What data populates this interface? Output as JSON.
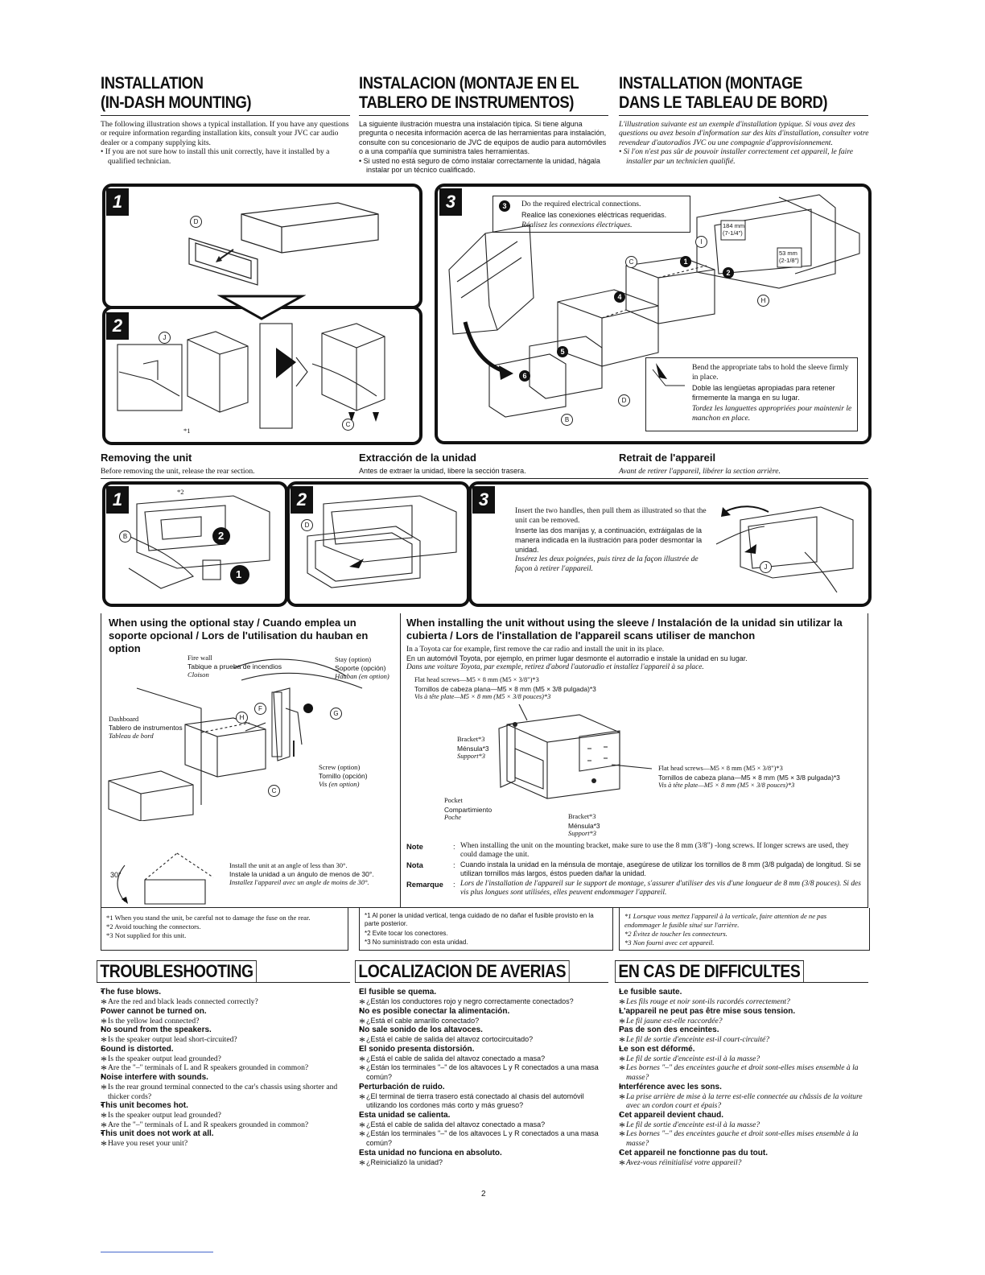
{
  "headings": {
    "en": [
      "INSTALLATION",
      "(IN-DASH MOUNTING)"
    ],
    "es": [
      "INSTALACION (MONTAJE EN EL",
      "TABLERO DE INSTRUMENTOS)"
    ],
    "fr": [
      "INSTALLATION (MONTAGE",
      "DANS LE TABLEAU DE BORD)"
    ]
  },
  "intro": {
    "en": [
      "The following illustration shows a typical installation. If you have any questions or require information regarding installation kits, consult your JVC car audio dealer or a company supplying kits.",
      "• If you are not sure how to install this unit correctly, have it installed by a qualified technician."
    ],
    "es": [
      "La siguiente ilustración muestra una instalación típica. Si tiene alguna pregunta o necesita información acerca de las herramientas para instalación, consulte con su concesionario de JVC de equipos de audio para automóviles o a una compañía que suministra tales herramientas.",
      "• Si usted no está seguro de cómo instalar correctamente la unidad, hágala instalar por un técnico cualificado."
    ],
    "fr": [
      "L'illustration suivante est un exemple d'installation typique. Si vous avez des questions ou avez besoin d'information sur des kits d'installation, consulter votre revendeur d'autoradios JVC ou une compagnie d'approvisionnement.",
      "• Si l'on n'est pas sûr de pouvoir installer correctement cet appareil, le faire installer par un technicien qualifié."
    ]
  },
  "steps": [
    "1",
    "2",
    "3"
  ],
  "markers": {
    "D": "D",
    "J": "J",
    "C": "C",
    "I": "I",
    "H": "H",
    "B": "B",
    "F": "F",
    "G": "G",
    "star1": "*1",
    "star2": "*2"
  },
  "black_markers": {
    "m1": "1",
    "m2": "2",
    "m3": "3",
    "m4": "4",
    "m5": "5",
    "m6": "6"
  },
  "step3_callout": {
    "en": "Do the required electrical connections.",
    "es": "Realice las conexiones eléctricas requeridas.",
    "fr": "Réalisez les connexions électriques."
  },
  "dims": {
    "h": "184 mm",
    "h2": "(7-1/4\")",
    "w": "53 mm",
    "w2": "(2-1/8\")"
  },
  "tabs_callout": {
    "en": "Bend the appropriate tabs to hold the sleeve firmly in place.",
    "es": "Doble las lengüetas apropiadas para retener firmemente la manga en su lugar.",
    "fr": "Tordez les languettes appropriées pour maintenir le manchon en place."
  },
  "removing": {
    "en_title": "Removing the unit",
    "es_title": "Extracción de la unidad",
    "fr_title": "Retrait de l'appareil",
    "en_text": "Before removing the unit, release the rear section.",
    "es_text": "Antes de extraer la unidad, libere la sección trasera.",
    "fr_text": "Avant de retirer l'appareil, libérer la section arrière.",
    "callout_en": "Insert the two handles, then pull them as illustrated so that the unit can be removed.",
    "callout_es": "Inserte las dos manijas y, a continuación, extráigalas de la manera indicada en la ilustración para poder desmontar la unidad.",
    "callout_fr": "Insérez les deux poignées, puis tirez de la façon illustrée de façon à retirer l'appareil."
  },
  "stay": {
    "title": "When using the optional stay / Cuando emplea un soporte opcional / Lors de l'utilisation du hauban en option",
    "firewall": [
      "Fire wall",
      "Tabique a prueba de incendios",
      "Cloison"
    ],
    "stay_opt": [
      "Stay (option)",
      "Soporte (opción)",
      "Hauban (en option)"
    ],
    "dashboard": [
      "Dashboard",
      "Tablero de instrumentos",
      "Tableau de bord"
    ],
    "screw": [
      "Screw (option)",
      "Tornillo (opción)",
      "Vis (en option)"
    ],
    "angle": "30°",
    "angle_text": [
      "Install the unit at an angle of less than 30°.",
      "Instale la unidad a un ángulo de menos de 30°.",
      "Installez l'appareil avec un angle de moins de 30°."
    ]
  },
  "sleeve": {
    "title": "When installing the unit without using the sleeve / Instalación de la unidad sin utilizar la cubierta / Lors de l'installation de l'appareil scans utiliser de manchon",
    "intro": [
      "In a Toyota car for example, first remove the car radio and install the unit in its place.",
      "En un automóvil Toyota, por ejemplo, en primer lugar desmonte el autorradio e instale la unidad en su lugar.",
      "Dans une voiture Toyota, par exemple, retirez d'abord l'autoradio et installez l'appareil à sa place."
    ],
    "screws_top": [
      "Flat head screws—M5 × 8 mm (M5 × 3/8\")*3",
      "Tornillos de cabeza plana—M5 × 8 mm (M5 × 3/8 pulgada)*3",
      "Vis à tête plate—M5 × 8 mm (M5 × 3/8 pouces)*3"
    ],
    "bracket": [
      "Bracket*3",
      "Ménsula*3",
      "Support*3"
    ],
    "pocket": [
      "Pocket",
      "Compartimiento",
      "Poche"
    ],
    "screws_right": [
      "Flat head screws—M5 × 8 mm (M5 × 3/8\")*3",
      "Tornillos de cabeza plana—M5 × 8 mm (M5 × 3/8 pulgada)*3",
      "Vis à tête plate—M5 × 8 mm (M5 × 3/8 pouces)*3"
    ],
    "notes": [
      {
        "label": "Note",
        "text": "When installing the unit on the mounting bracket, make sure to use the 8 mm (3/8\") -long screws. If longer screws are used, they could damage the unit."
      },
      {
        "label": "Nota",
        "text": "Cuando instala la unidad en la ménsula de montaje, asegúrese de utilizar los tornillos de 8 mm (3/8 pulgada) de longitud. Si se utilizan tornillos más largos, éstos pueden dañar la unidad."
      },
      {
        "label": "Remarque",
        "text": "Lors de l'installation de l'appareil sur le support de montage, s'assurer d'utiliser des vis d'une longueur de 8 mm (3/8 pouces). Si des vis plus longues sont utilisées, elles peuvent endommager l'appareil."
      }
    ]
  },
  "footnotes": {
    "en": [
      [
        "*1",
        "When you stand the unit, be careful not to damage the fuse on the rear."
      ],
      [
        "*2",
        "Avoid touching the connectors."
      ],
      [
        "*3",
        "Not supplied for this unit."
      ]
    ],
    "es": [
      [
        "*1",
        "Al poner la unidad vertical, tenga cuidado de no dañar el fusible provisto en la parte posterior."
      ],
      [
        "*2",
        "Evite tocar los conectores."
      ],
      [
        "*3",
        "No suministrado con esta unidad."
      ]
    ],
    "fr": [
      [
        "*1",
        "Lorsque vous mettez l'appareil à la verticale, faire attention de ne pas endommager le fusible situé sur l'arrière."
      ],
      [
        "*2",
        "Évitez de toucher les connecteurs."
      ],
      [
        "*3",
        "Non fourni avec cet appareil."
      ]
    ]
  },
  "troubleshooting": {
    "en": {
      "title": "TROUBLESHOOTING",
      "items": [
        {
          "q": "The fuse blows.",
          "a": [
            "Are the red and black leads connected correctly?"
          ]
        },
        {
          "q": "Power cannot be turned on.",
          "a": [
            "Is the yellow lead connected?"
          ]
        },
        {
          "q": "No sound from the speakers.",
          "a": [
            "Is the speaker output lead short-circuited?"
          ]
        },
        {
          "q": "Sound is distorted.",
          "a": [
            "Is the speaker output lead grounded?",
            "Are the \"–\" terminals of L and R speakers grounded in common?"
          ]
        },
        {
          "q": "Noise interfere with sounds.",
          "a": [
            "Is the rear ground terminal connected to the car's chassis using shorter and thicker cords?"
          ]
        },
        {
          "q": "This unit becomes hot.",
          "a": [
            "Is the speaker output lead grounded?",
            "Are the \"–\" terminals of L and R speakers grounded in common?"
          ]
        },
        {
          "q": "This unit does not work at all.",
          "a": [
            "Have you reset your unit?"
          ]
        }
      ]
    },
    "es": {
      "title": "LOCALIZACION DE AVERIAS",
      "items": [
        {
          "q": "El fusible se quema.",
          "a": [
            "¿Están los conductores rojo y negro correctamente conectados?"
          ]
        },
        {
          "q": "No es posible conectar la alimentación.",
          "a": [
            "¿Está el cable amarillo conectado?"
          ]
        },
        {
          "q": "No sale sonido de los altavoces.",
          "a": [
            "¿Está el cable de salida del altavoz cortocircuitado?"
          ]
        },
        {
          "q": "El sonido presenta distorsión.",
          "a": [
            "¿Está el cable de salida del altavoz conectado a masa?",
            "¿Están los terminales \"–\" de los altavoces L y R conectados a una masa común?"
          ]
        },
        {
          "q": "Perturbación de ruido.",
          "a": [
            "¿El terminal de tierra trasero está conectado al chasis del automóvil utilizando los cordones más corto y más grueso?"
          ]
        },
        {
          "q": "Esta unidad se calienta.",
          "a": [
            "¿Está el cable de salida del altavoz conectado a masa?",
            "¿Están los terminales \"–\" de los altavoces L y R conectados a una masa común?"
          ]
        },
        {
          "q": "Esta unidad no funciona en absoluto.",
          "a": [
            "¿Reinicializó la unidad?"
          ]
        }
      ]
    },
    "fr": {
      "title": "EN CAS DE DIFFICULTES",
      "items": [
        {
          "q": "Le fusible saute.",
          "a": [
            "Les fils rouge et noir sont-ils racordés correctement?"
          ]
        },
        {
          "q": "L'appareil ne peut pas être mise sous tension.",
          "a": [
            "Le fil jaune est-elle raccordée?"
          ]
        },
        {
          "q": "Pas de son des enceintes.",
          "a": [
            "Le fil de sortie d'enceinte est-il court-circuité?"
          ]
        },
        {
          "q": "Le son est déformé.",
          "a": [
            "Le fil de sortie d'enceinte est-il à la masse?",
            "Les bornes \"–\" des enceintes gauche et droit sont-elles mises ensemble à la masse?"
          ]
        },
        {
          "q": "Interférence avec les sons.",
          "a": [
            "La prise arrière de mise à la terre est-elle connectée au châssis de la voiture avec un cordon court et épais?"
          ]
        },
        {
          "q": "Cet appareil devient chaud.",
          "a": [
            "Le fil de sortie d'enceinte est-il à la masse?",
            "Les bornes \"–\" des enceintes gauche et droit sont-elles mises ensemble à la masse?"
          ]
        },
        {
          "q": "Cet appareil ne fonctionne pas du tout.",
          "a": [
            "Avez-vous réinitialisé votre appareil?"
          ]
        }
      ]
    }
  },
  "page_number": "2"
}
